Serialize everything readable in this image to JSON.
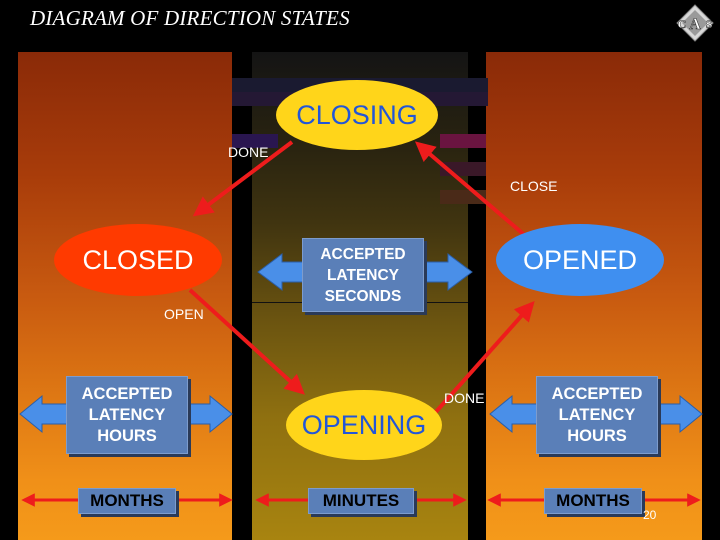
{
  "title": "DIAGRAM OF DIRECTION STATES",
  "logo": {
    "text": "CAS",
    "icon": "cas-logo-icon"
  },
  "states": {
    "closing": "CLOSING",
    "closed": "CLOSED",
    "opened": "OPENED",
    "opening": "OPENING"
  },
  "transitions": {
    "done_top": "DONE",
    "close": "CLOSE",
    "open": "OPEN",
    "done_bottom": "DONE"
  },
  "latency": {
    "left": "ACCEPTED\nLATENCY\nHOURS",
    "center": "ACCEPTED\nLATENCY\nSECONDS",
    "right": "ACCEPTED\nLATENCY\nHOURS"
  },
  "durations": {
    "left": "MONTHS",
    "center": "MINUTES",
    "right": "MONTHS"
  },
  "page_number": "20",
  "colors": {
    "state_yellow": "#ffd51a",
    "state_red": "#ff3a00",
    "state_blue": "#3f8ff0",
    "arrow_red": "#ee1c1c",
    "box_blue": "#5a7fb8"
  }
}
